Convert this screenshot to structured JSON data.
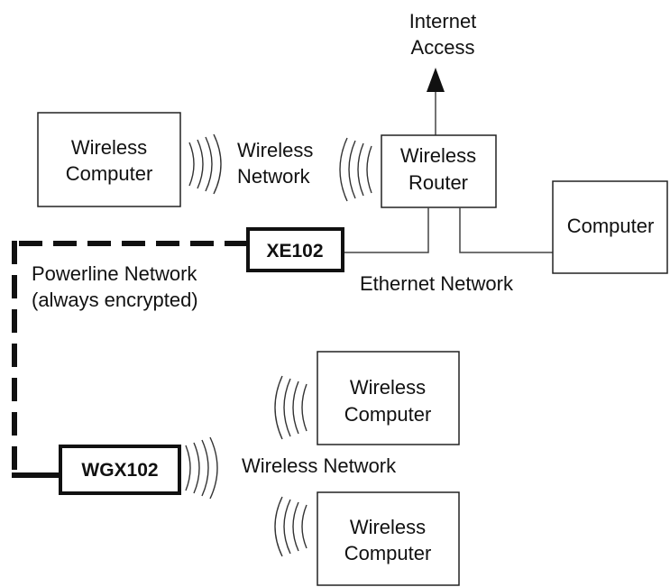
{
  "internet": {
    "line1": "Internet",
    "line2": "Access"
  },
  "wireless_computer_top": {
    "line1": "Wireless",
    "line2": "Computer"
  },
  "wireless_network_top": {
    "line1": "Wireless",
    "line2": "Network"
  },
  "wireless_router": {
    "line1": "Wireless",
    "line2": "Router"
  },
  "computer": {
    "label": "Computer"
  },
  "xe102": {
    "label": "XE102"
  },
  "ethernet_network": {
    "label": "Ethernet Network"
  },
  "powerline_network": {
    "line1": "Powerline Network",
    "line2": "(always encrypted)"
  },
  "wireless_computer_mid": {
    "line1": "Wireless",
    "line2": "Computer"
  },
  "wgx102": {
    "label": "WGX102"
  },
  "wireless_network_bottom": {
    "label": "Wireless Network"
  },
  "wireless_computer_bottom": {
    "line1": "Wireless",
    "line2": "Computer"
  }
}
